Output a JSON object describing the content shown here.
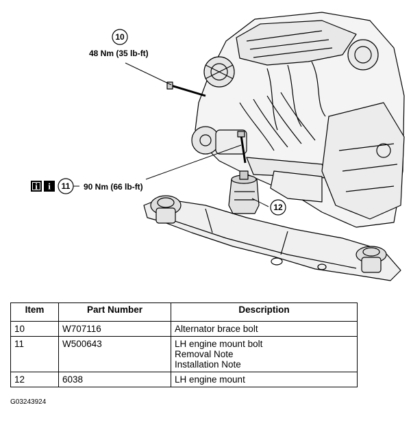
{
  "callouts": [
    {
      "number": "10",
      "torque": "48 Nm (35 lb-ft)"
    },
    {
      "number": "11",
      "torque": "90 Nm (66 lb-ft)"
    },
    {
      "number": "12",
      "torque": ""
    }
  ],
  "info_icons": [
    "i",
    "i"
  ],
  "table": {
    "headers": [
      "Item",
      "Part Number",
      "Description"
    ],
    "rows": [
      {
        "item": "10",
        "part_number": "W707116",
        "description": [
          "Alternator brace bolt"
        ]
      },
      {
        "item": "11",
        "part_number": "W500643",
        "description": [
          "LH engine mount bolt",
          "Removal Note",
          "Installation Note"
        ]
      },
      {
        "item": "12",
        "part_number": "6038",
        "description": [
          "LH engine mount"
        ]
      }
    ]
  },
  "figure_id": "G03243924"
}
